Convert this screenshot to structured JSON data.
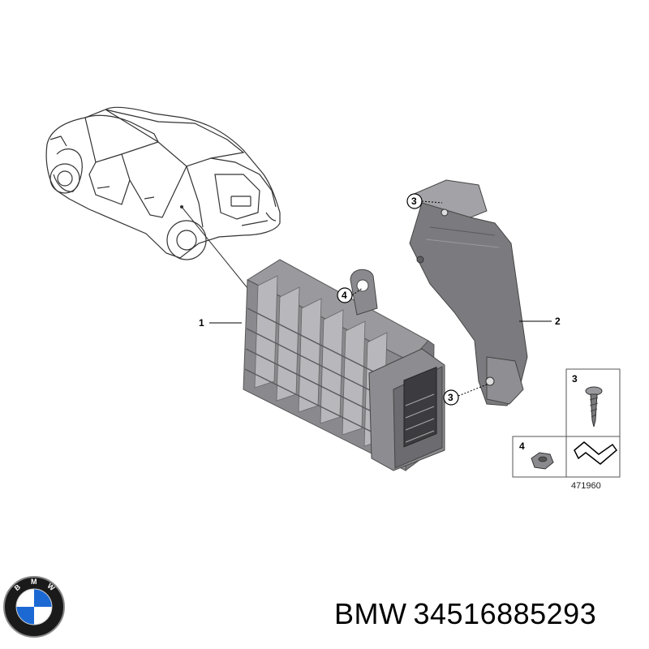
{
  "callouts": {
    "part1": "1",
    "part2": "2",
    "screw_top": "3",
    "screw_bottom": "3",
    "nut": "4",
    "legend_screw": "3",
    "legend_nut": "4"
  },
  "diagram_ref": "471960",
  "logo": {
    "letters": "BMW",
    "colors": {
      "blue": "#1c69d4",
      "black": "#111111",
      "white": "#ffffff"
    }
  },
  "caption": {
    "brand": "BMW",
    "part_number": "34516885293"
  },
  "colors": {
    "unit_dark": "#6e6e72",
    "unit_mid": "#8d8d91",
    "unit_light": "#b4b4b8",
    "bracket": "#7b7b7f",
    "bracket_light": "#a3a3a7"
  }
}
